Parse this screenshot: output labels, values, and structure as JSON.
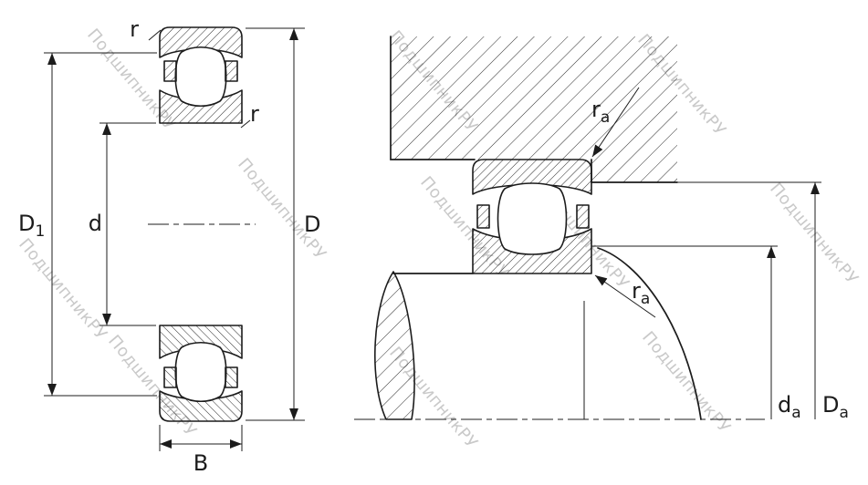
{
  "watermark": {
    "text": "ПодшипникРУ",
    "color": "#c9c9c9"
  },
  "dimensions": {
    "left_view": {
      "outer_diameter": "D",
      "outer_shoulder": {
        "main": "D",
        "sub": "1"
      },
      "bore": "d",
      "width": "B",
      "fillet_top": "r",
      "fillet_inner": "r"
    },
    "right_view": {
      "housing_fillet": {
        "main": "r",
        "sub": "a"
      },
      "shaft_fillet": {
        "main": "r",
        "sub": "a"
      },
      "shaft_shoulder": {
        "main": "d",
        "sub": "a"
      },
      "housing_shoulder": {
        "main": "D",
        "sub": "a"
      }
    }
  },
  "colors": {
    "line": "#1c1c1c",
    "watermark": "#c9c9c9",
    "background": "#ffffff"
  }
}
